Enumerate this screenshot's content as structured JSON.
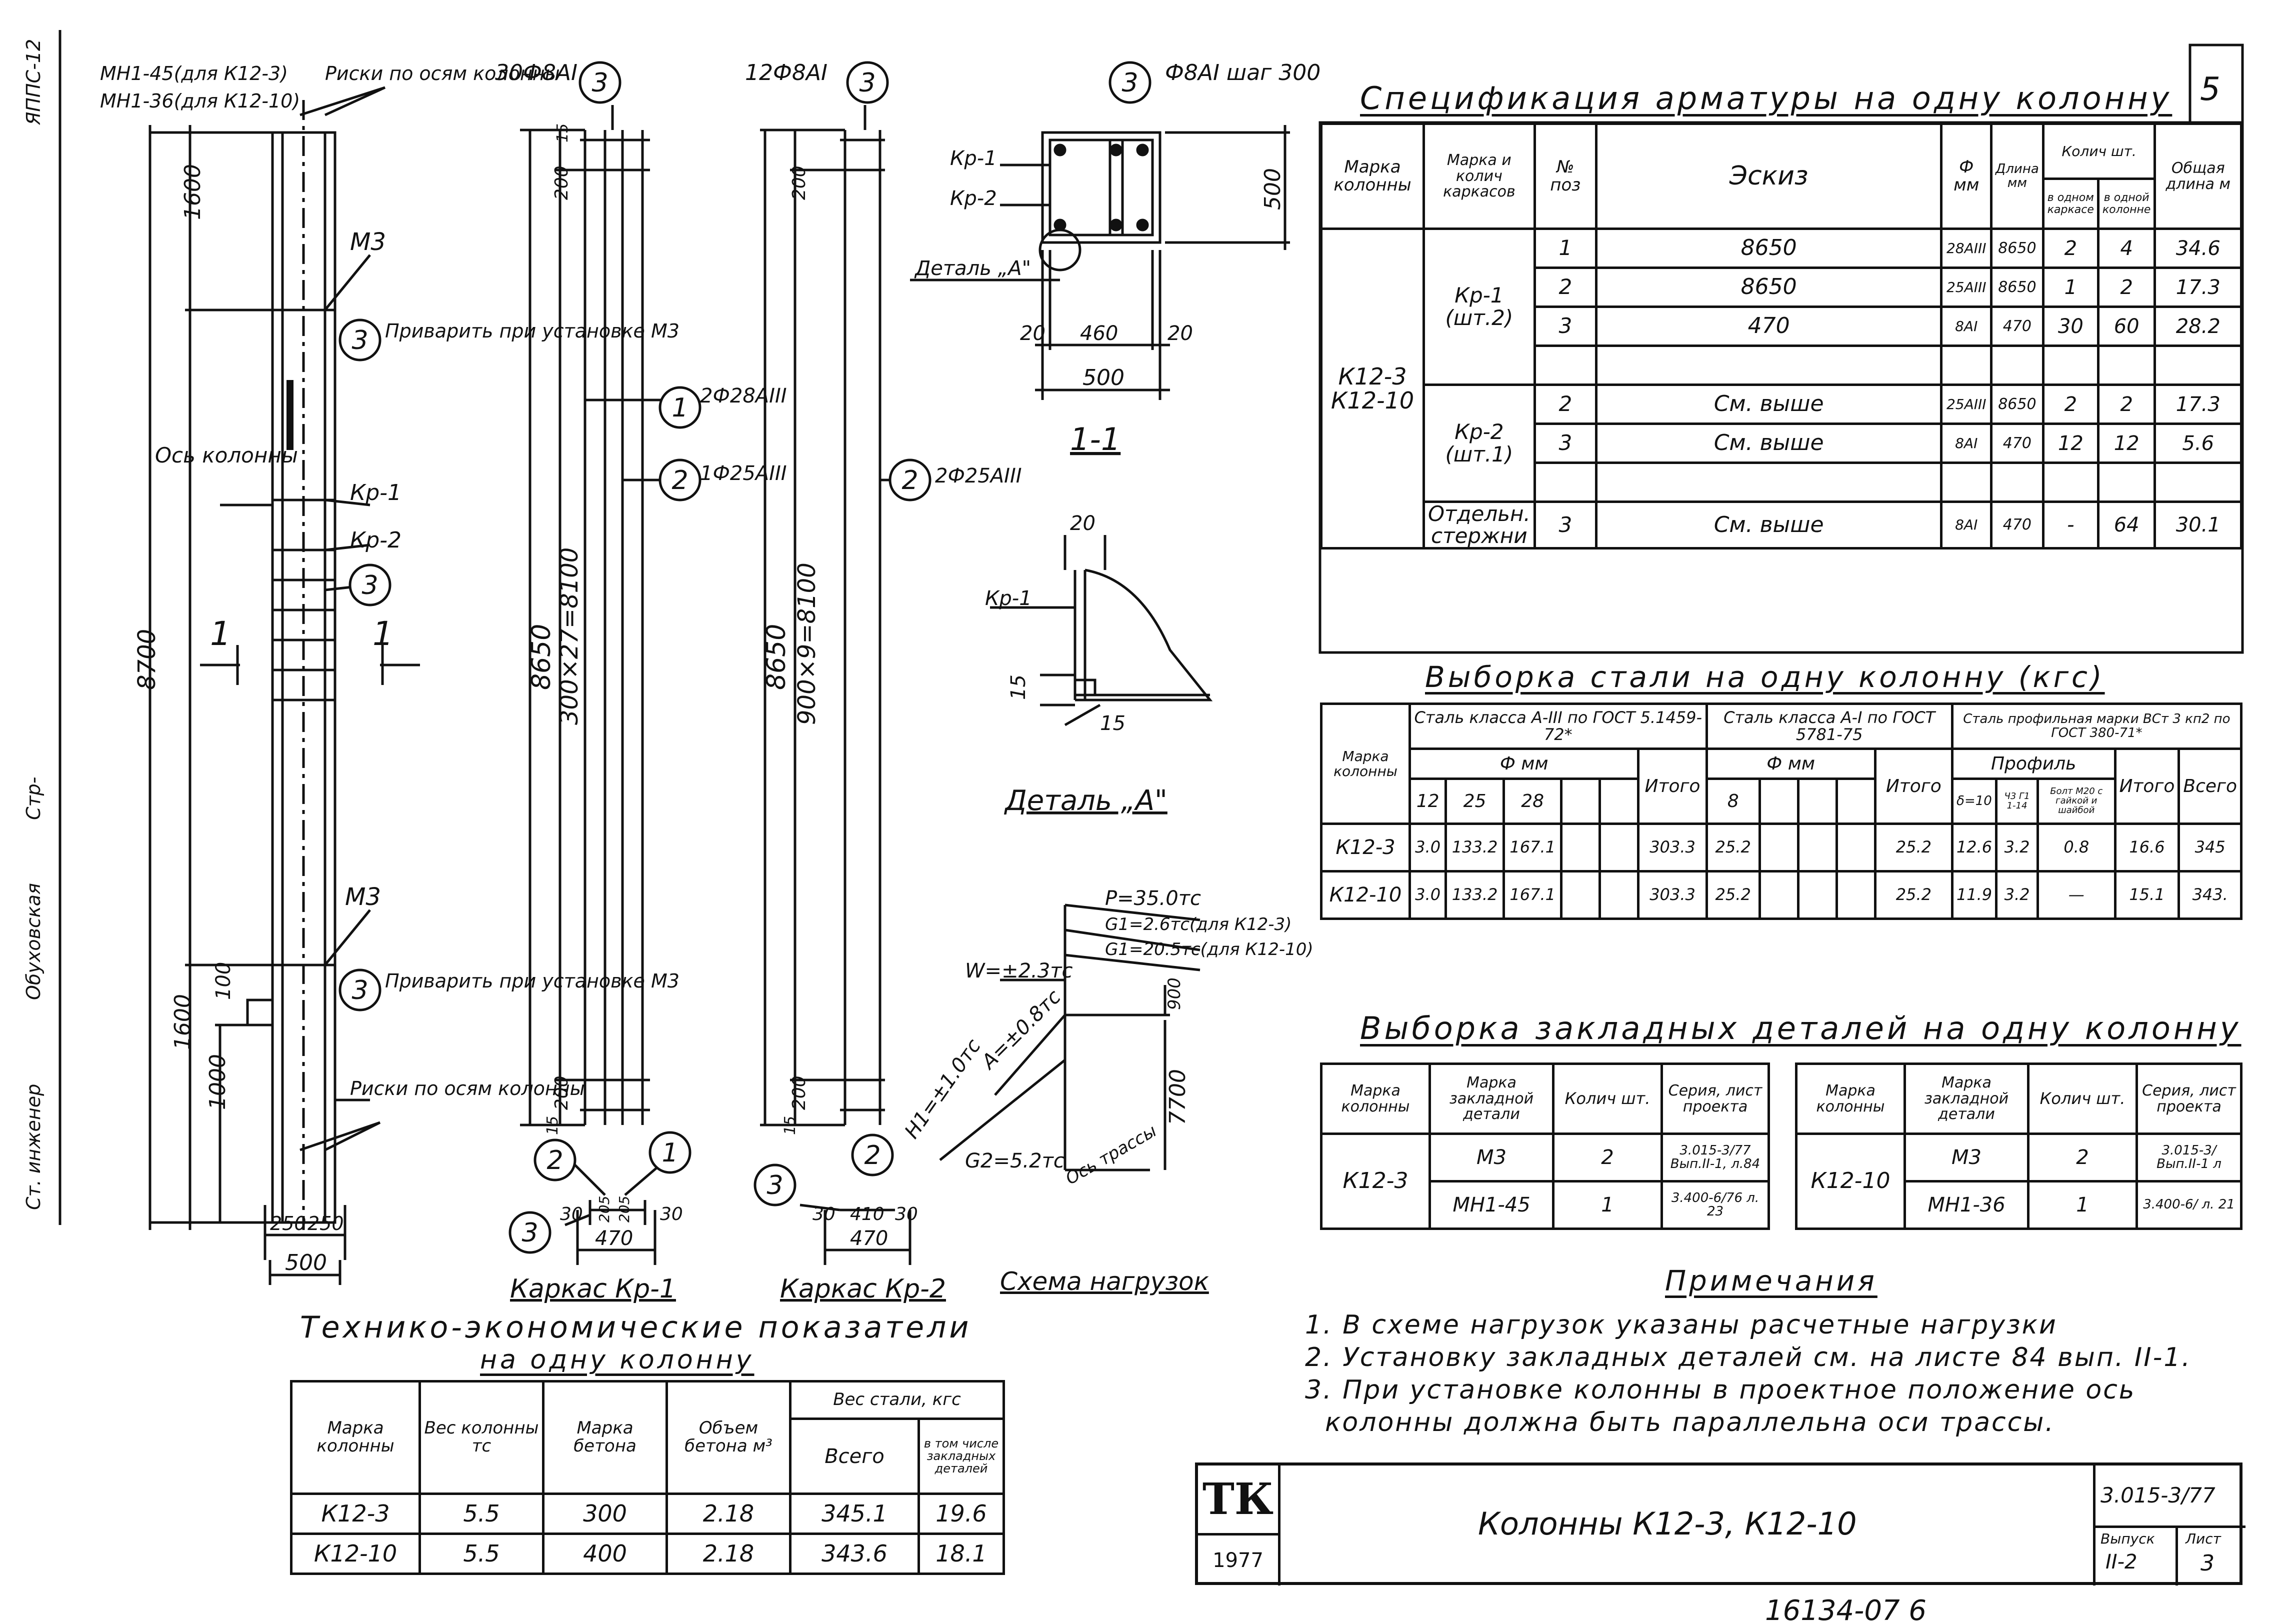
{
  "sheet": {
    "number": "5",
    "side_texts": [
      "ЯППС-12",
      "Ст. инженер",
      "Обуховская",
      "Стр-"
    ],
    "bottom_handwriting": "16134-07 6"
  },
  "views": {
    "left_column": {
      "labels": [
        "МН1-45(для К12-3)",
        "МН1-36(для К12-10)",
        "Риски по осям колонны",
        "М3",
        "Приварить при установке М3",
        "Ось колонны",
        "Кр-1",
        "Кр-2",
        "М3",
        "Приварить при установке М3",
        "Риски по осям колонны"
      ],
      "dims": [
        "1600",
        "8700",
        "1600",
        "100",
        "1000",
        "250",
        "250",
        "500"
      ],
      "section_marks": [
        "1",
        "1"
      ],
      "callouts": [
        "3",
        "3",
        "3"
      ]
    },
    "kr1": {
      "title": "Каркас Кр-1",
      "top_label": "30Ф8АI",
      "callouts": [
        "3",
        "1",
        "2",
        "2",
        "1",
        "3"
      ],
      "bar_labels": [
        "2Ф28АIII",
        "1Ф25АIII"
      ],
      "dims": [
        "15",
        "200",
        "8650",
        "300×27=8100",
        "200",
        "15",
        "30",
        "205",
        "205",
        "30",
        "470"
      ]
    },
    "kr2": {
      "title": "Каркас Кр-2",
      "top_label": "12Ф8АI",
      "callouts": [
        "3",
        "2",
        "2",
        "3"
      ],
      "bar_labels": [
        "2Ф25АIII"
      ],
      "dims": [
        "200",
        "8650",
        "900×9=8100",
        "200",
        "15",
        "30",
        "410",
        "30",
        "470"
      ]
    },
    "section11": {
      "title": "1-1",
      "callout": "3",
      "bar_label": "Ф8АI шаг 300",
      "labels": [
        "Кр-1",
        "Кр-2",
        "Деталь „А\""
      ],
      "dims": [
        "500",
        "20",
        "460",
        "20",
        "500"
      ]
    },
    "detailA": {
      "title": "Деталь „А\"",
      "labels": [
        "Кр-1"
      ],
      "dims": [
        "20",
        "15",
        "15"
      ]
    },
    "loads": {
      "title": "Схема нагрузок",
      "labels": [
        "P=35.0тс",
        "G1=2.6тс(для К12-3)",
        "G1=20.5тс(для К12-10)",
        "W=±2.3тс",
        "A=±0.8тс",
        "H1=±1.0тс",
        "G2=5.2тс",
        "Ось трассы"
      ],
      "dims": [
        "900",
        "7700"
      ]
    }
  },
  "spec": {
    "title": "Спецификация арматуры на одну колонну",
    "headers": {
      "col_mark": "Марка колонны",
      "frame_mark": "Марка и колич каркасов",
      "pos": "№ поз",
      "sketch": "Эскиз",
      "diam": "Ф мм",
      "length": "Длина мм",
      "qty": "Колич шт.",
      "qty_frame": "в одном каркасе",
      "qty_col": "в одной колонне",
      "total": "Общая длина м"
    },
    "col_mark": "К12-3 К12-10",
    "groups": [
      {
        "frame": "Кр-1 (шт.2)",
        "rows": [
          {
            "pos": "1",
            "sketch": "8650",
            "d": "28АIII",
            "l": "8650",
            "q1": "2",
            "q2": "4",
            "t": "34.6"
          },
          {
            "pos": "2",
            "sketch": "8650",
            "d": "25АIII",
            "l": "8650",
            "q1": "1",
            "q2": "2",
            "t": "17.3"
          },
          {
            "pos": "3",
            "sketch": "470",
            "d": "8АI",
            "l": "470",
            "q1": "30",
            "q2": "60",
            "t": "28.2"
          },
          {
            "pos": "",
            "sketch": "",
            "d": "",
            "l": "",
            "q1": "",
            "q2": "",
            "t": ""
          }
        ]
      },
      {
        "frame": "Кр-2 (шт.1)",
        "rows": [
          {
            "pos": "2",
            "sketch": "См. выше",
            "d": "25АIII",
            "l": "8650",
            "q1": "2",
            "q2": "2",
            "t": "17.3"
          },
          {
            "pos": "3",
            "sketch": "См. выше",
            "d": "8АI",
            "l": "470",
            "q1": "12",
            "q2": "12",
            "t": "5.6"
          },
          {
            "pos": "",
            "sketch": "",
            "d": "",
            "l": "",
            "q1": "",
            "q2": "",
            "t": ""
          }
        ]
      },
      {
        "frame": "Отдельн. стержни",
        "rows": [
          {
            "pos": "3",
            "sketch": "См. выше",
            "d": "8АI",
            "l": "470",
            "q1": "-",
            "q2": "64",
            "t": "30.1"
          }
        ]
      }
    ]
  },
  "steel": {
    "title": "Выборка стали на одну колонну (кгс)",
    "headers": {
      "col_mark": "Марка колонны",
      "a3": "Сталь класса А-III по ГОСТ 5.1459-72*",
      "a1": "Сталь класса А-I по ГОСТ 5781-75",
      "prof": "Сталь профильная марки ВСт 3 кп2 по ГОСТ 380-71*",
      "dmm": "Ф мм",
      "profile": "Профиль",
      "itogo": "Итого",
      "vsego": "Всего",
      "d12": "12",
      "d25": "25",
      "d28": "28",
      "d8": "8",
      "p1": "δ=10",
      "p2": "Ч3 Г1 1-14",
      "p3": "Болт М20 с гайкой и шайбой"
    },
    "rows": [
      {
        "mark": "К12-3",
        "v12": "3.0",
        "v25": "133.2",
        "v28": "167.1",
        "s1": "303.3",
        "v8": "25.2",
        "s2": "25.2",
        "p1": "12.6",
        "p2": "3.2",
        "p3": "0.8",
        "s3": "16.6",
        "all": "345"
      },
      {
        "mark": "К12-10",
        "v12": "3.0",
        "v25": "133.2",
        "v28": "167.1",
        "s1": "303.3",
        "v8": "25.2",
        "s2": "25.2",
        "p1": "11.9",
        "p2": "3.2",
        "p3": "—",
        "s3": "15.1",
        "all": "343."
      }
    ]
  },
  "embedded": {
    "title": "Выборка закладных деталей на одну колонну",
    "headers": {
      "col": "Марка колонны",
      "part": "Марка закладной детали",
      "qty": "Колич шт.",
      "series": "Серия, лист проекта"
    },
    "left": {
      "col": "К12-3",
      "rows": [
        {
          "part": "М3",
          "qty": "2",
          "series": "3.015-3/77 Вып.II-1, л.84"
        },
        {
          "part": "МН1-45",
          "qty": "1",
          "series": "3.400-6/76 л. 23"
        }
      ]
    },
    "right": {
      "col": "К12-10",
      "rows": [
        {
          "part": "М3",
          "qty": "2",
          "series": "3.015-3/ Вып.II-1 л"
        },
        {
          "part": "МН1-36",
          "qty": "1",
          "series": "3.400-6/ л. 21"
        }
      ]
    }
  },
  "notes": {
    "title": "Примечания",
    "items": [
      "1. В схеме нагрузок указаны расчетные нагрузки",
      "2. Установку закладных деталей см. на листе 84 вып. II-1.",
      "3. При установке колонны в проектное положение ось",
      "колонны должна быть параллельна оси трассы."
    ]
  },
  "tech": {
    "title": "Технико-экономические показатели",
    "subtitle": "на одну колонну",
    "headers": {
      "mark": "Марка колонны",
      "weight": "Вес колонны тс",
      "concrete": "Марка бетона",
      "volume": "Объем бетона м³",
      "steel": "Вес стали, кгс",
      "total": "Всего",
      "incl": "в том числе закладных деталей"
    },
    "rows": [
      {
        "mark": "К12-3",
        "weight": "5.5",
        "concrete": "300",
        "volume": "2.18",
        "total": "345.1",
        "incl": "19.6"
      },
      {
        "mark": "К12-10",
        "weight": "5.5",
        "concrete": "400",
        "volume": "2.18",
        "total": "343.6",
        "incl": "18.1"
      }
    ]
  },
  "titleblock": {
    "logo": "ТК",
    "year": "1977",
    "name": "Колонны К12-3, К12-10",
    "code": "3.015-3/77",
    "issue_label": "Выпуск",
    "issue": "II-2",
    "sheet_label": "Лист",
    "sheet": "3"
  }
}
